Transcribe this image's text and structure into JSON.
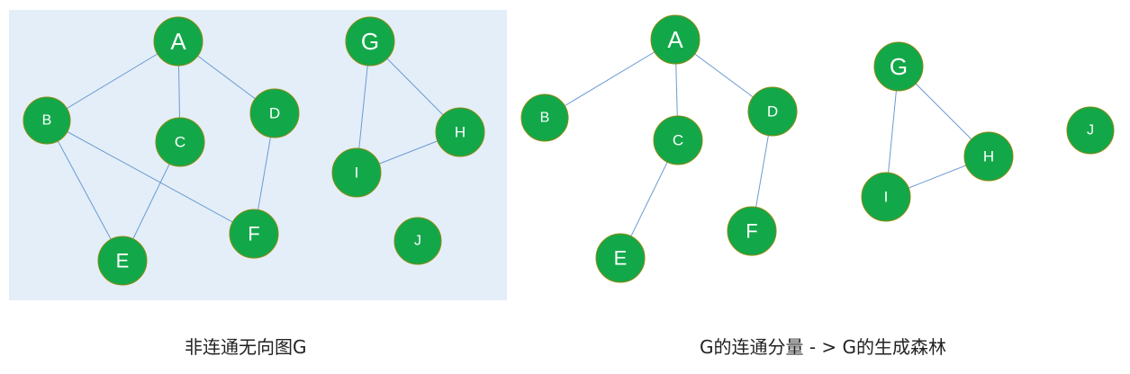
{
  "colors": {
    "panel_background": "#e3eef8",
    "node_fill": "#12a84a",
    "node_border": "#8a8a10",
    "edge": "#6b9bd2",
    "label": "#ffffff"
  },
  "left_graph": {
    "caption": "非连通无向图G",
    "nodes": [
      {
        "id": "A",
        "label": "A"
      },
      {
        "id": "B",
        "label": "B"
      },
      {
        "id": "C",
        "label": "C"
      },
      {
        "id": "D",
        "label": "D"
      },
      {
        "id": "E",
        "label": "E"
      },
      {
        "id": "F",
        "label": "F"
      },
      {
        "id": "G",
        "label": "G"
      },
      {
        "id": "H",
        "label": "H"
      },
      {
        "id": "I",
        "label": "I"
      },
      {
        "id": "J",
        "label": "J"
      }
    ],
    "edges": [
      [
        "A",
        "B"
      ],
      [
        "A",
        "C"
      ],
      [
        "A",
        "D"
      ],
      [
        "B",
        "E"
      ],
      [
        "B",
        "F"
      ],
      [
        "C",
        "E"
      ],
      [
        "D",
        "F"
      ],
      [
        "G",
        "I"
      ],
      [
        "G",
        "H"
      ],
      [
        "H",
        "I"
      ]
    ]
  },
  "right_graph": {
    "caption": "G的连通分量 - > G的生成森林",
    "nodes": [
      {
        "id": "A",
        "label": "A"
      },
      {
        "id": "B",
        "label": "B"
      },
      {
        "id": "C",
        "label": "C"
      },
      {
        "id": "D",
        "label": "D"
      },
      {
        "id": "E",
        "label": "E"
      },
      {
        "id": "F",
        "label": "F"
      },
      {
        "id": "G",
        "label": "G"
      },
      {
        "id": "H",
        "label": "H"
      },
      {
        "id": "I",
        "label": "I"
      },
      {
        "id": "J",
        "label": "J"
      }
    ],
    "edges": [
      [
        "A",
        "B"
      ],
      [
        "A",
        "C"
      ],
      [
        "A",
        "D"
      ],
      [
        "C",
        "E"
      ],
      [
        "D",
        "F"
      ],
      [
        "G",
        "I"
      ],
      [
        "G",
        "H"
      ],
      [
        "H",
        "I"
      ]
    ]
  }
}
